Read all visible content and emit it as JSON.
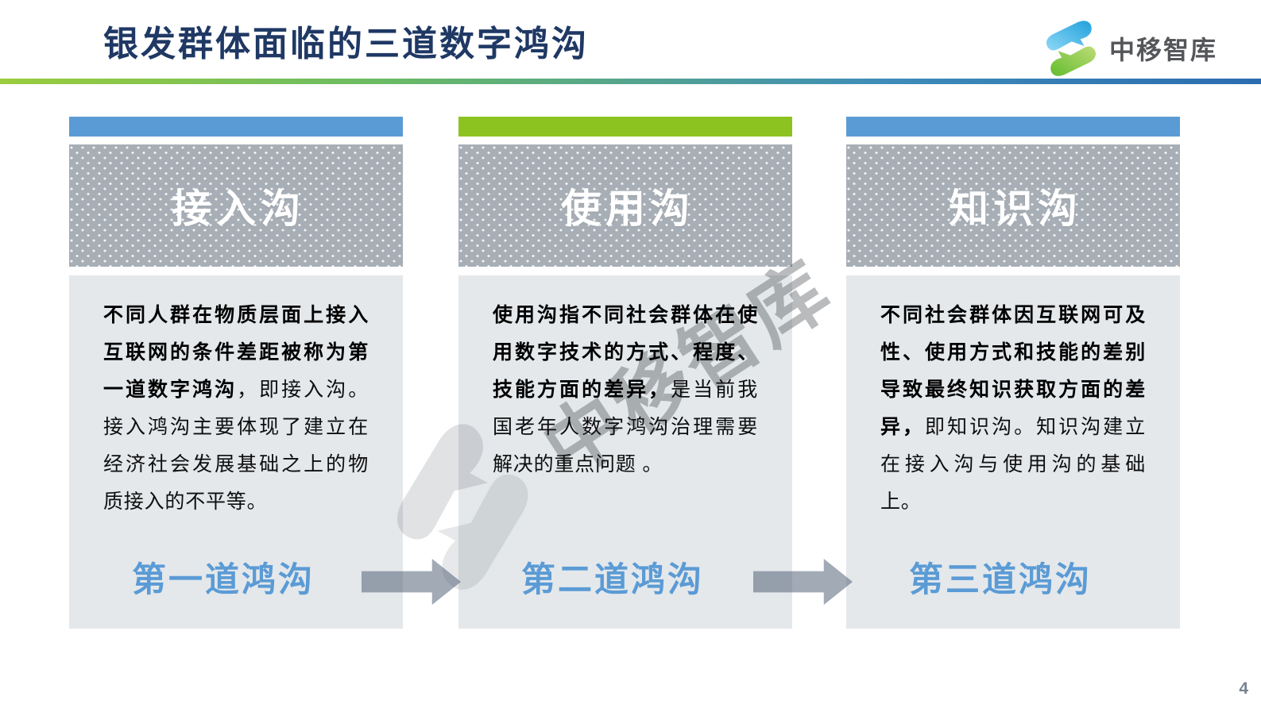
{
  "title": "银发群体面临的三道数字鸿沟",
  "logo": {
    "text": "中移智库"
  },
  "watermark": {
    "text": "中移智库"
  },
  "page_number": "4",
  "columns": [
    {
      "header": "接入沟",
      "accent": "#5B9BD5",
      "body_bold": "不同人群在物质层面上接入互联网的条件差距被称为第一道数字鸿沟",
      "body_rest": "，即接入沟。接入鸿沟主要体现了建立在经济社会发展基础之上的物质接入的不平等。",
      "label": "第一道鸿沟"
    },
    {
      "header": "使用沟",
      "accent": "#8DC320",
      "body_bold": "使用沟指不同社会群体在使用数字技术的方式、程度、技能方面的差异，",
      "body_rest": "是当前我国老年人数字鸿沟治理需要解决的重点问题 。",
      "label": "第二道鸿沟"
    },
    {
      "header": "知识沟",
      "accent": "#5B9BD5",
      "body_bold": "不同社会群体因互联网可及性、使用方式和技能的差别导致最终知识获取方面的差异，",
      "body_rest": "即知识沟。知识沟建立在接入沟与使用沟的基础上。",
      "label": "第三道鸿沟"
    }
  ],
  "colors": {
    "title_navy": "#1F3864",
    "accent_blue": "#5B9BD5",
    "accent_green": "#8DC320",
    "header_gray": "#A7AEB6",
    "panel_gray": "#E4E8EB",
    "label_blue": "#5B9BD5",
    "arrow": "rgba(70,85,110,0.5)",
    "logo_blue": "#21A0DB",
    "logo_green": "#62BC2F"
  }
}
